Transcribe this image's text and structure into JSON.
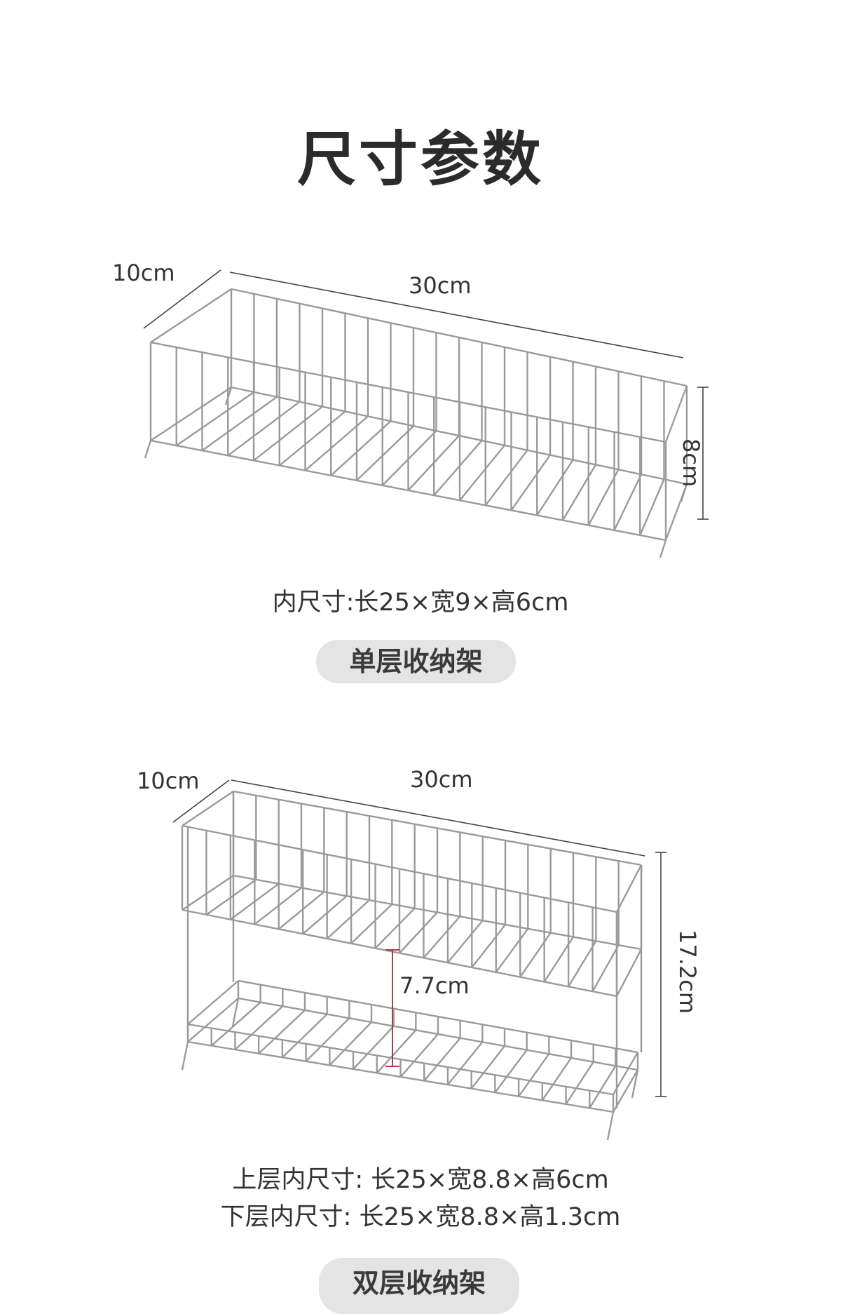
{
  "title": "尺寸参数",
  "single": {
    "depth_label": "10cm",
    "length_label": "30cm",
    "height_label": "8cm",
    "inner_size": "内尺寸:长25×宽9×高6cm",
    "name": "单层收纳架"
  },
  "double": {
    "depth_label": "10cm",
    "length_label": "30cm",
    "height_label": "17.2cm",
    "gap_label": "7.7cm",
    "upper_inner_size": "上层内尺寸:  长25×宽8.8×高6cm",
    "lower_inner_size": "下层内尺寸:  长25×宽8.8×高1.3cm",
    "name": "双层收纳架"
  },
  "colors": {
    "wire": "#9a9a9a",
    "gap_marker": "#b03a4a",
    "pill": "#e4e4e4"
  }
}
